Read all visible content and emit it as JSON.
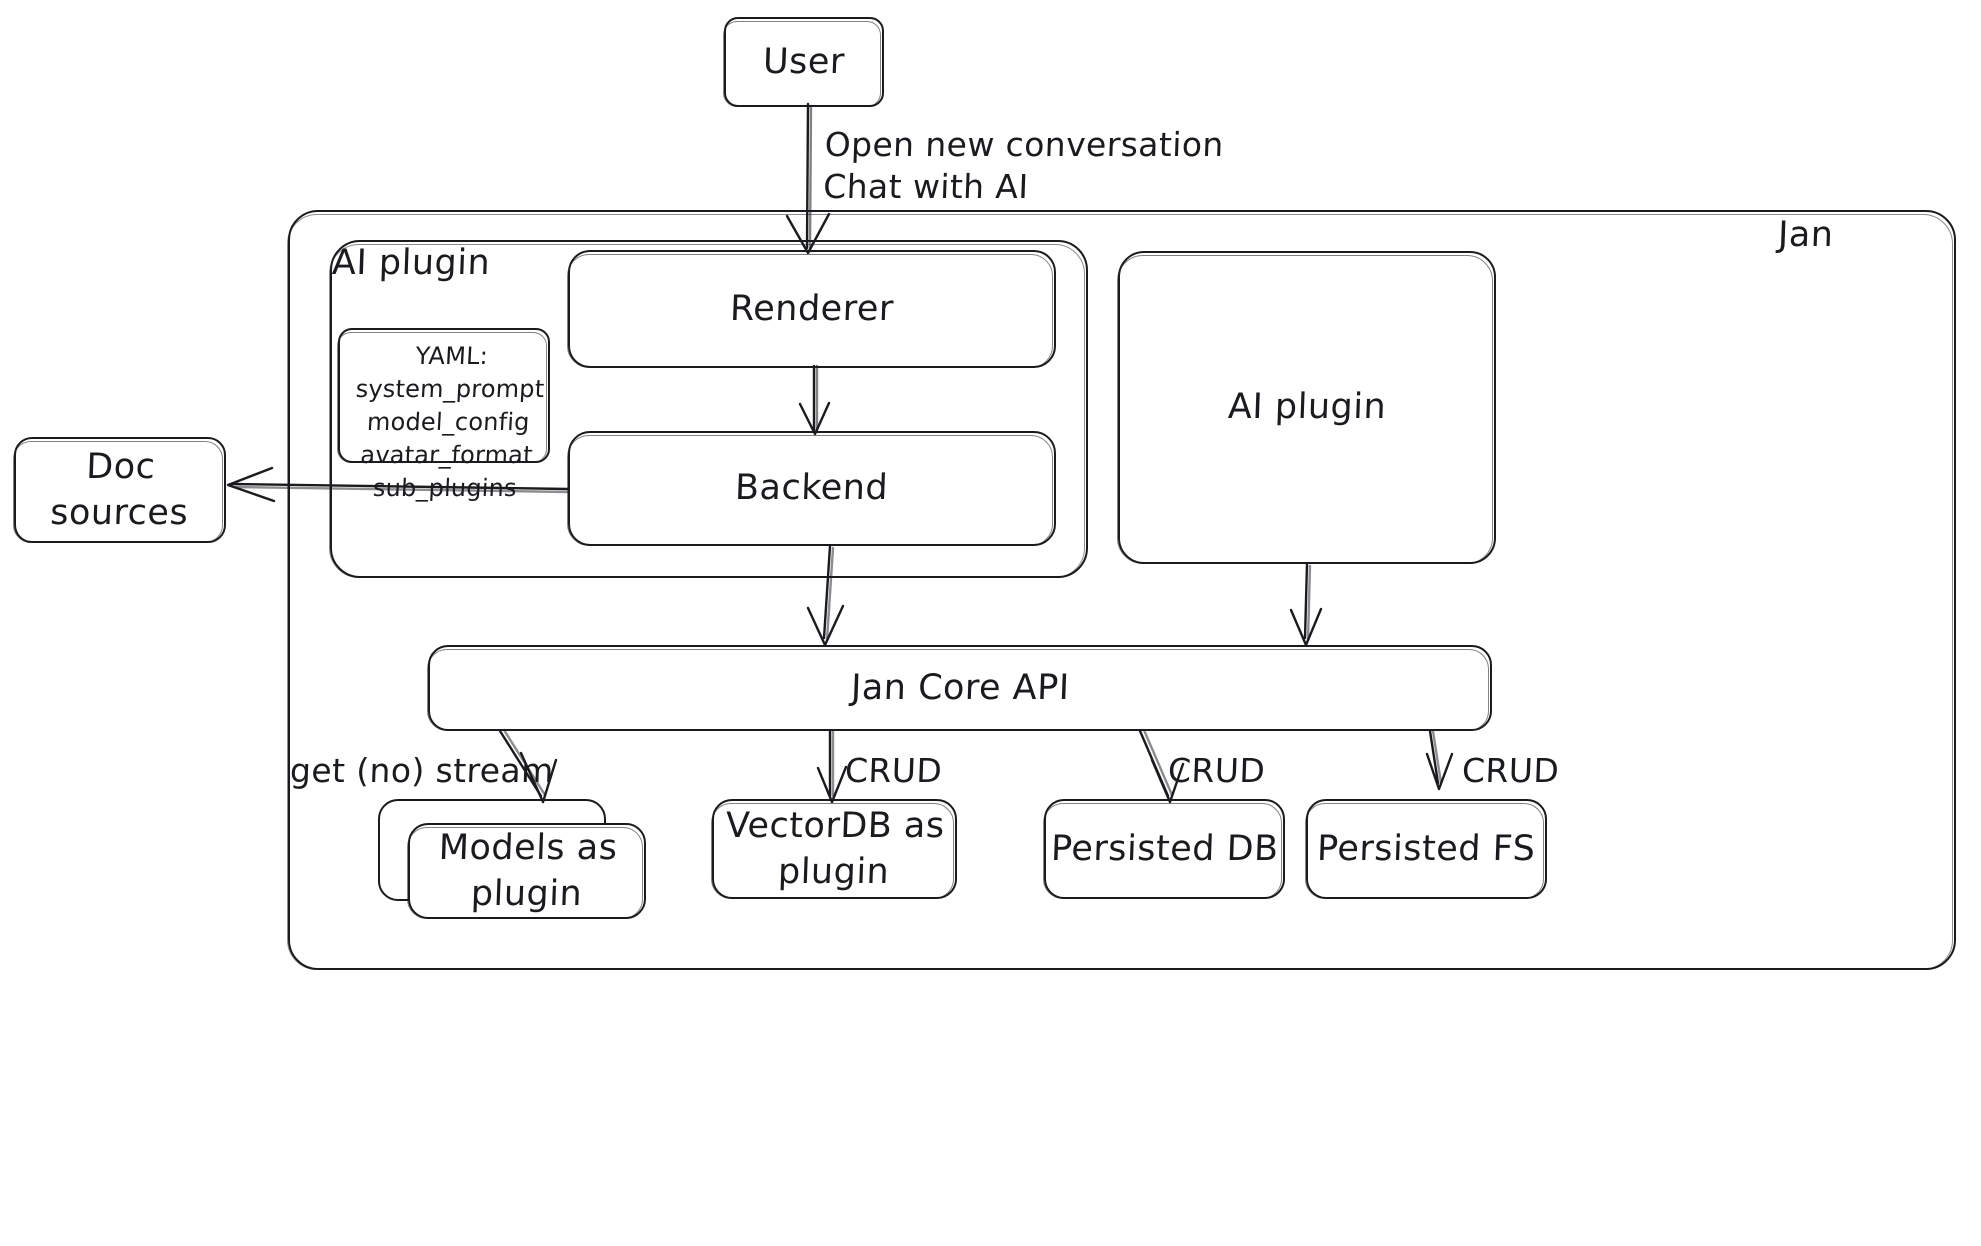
{
  "diagram": {
    "title_visible": false,
    "style": "hand-drawn whiteboard architecture diagram",
    "stroke_color": "#1b1b1f",
    "background_color": "#ffffff"
  },
  "nodes": {
    "user": {
      "label": "User"
    },
    "jan_container": {
      "label": "Jan"
    },
    "ai_plugin_container": {
      "label": "AI plugin"
    },
    "yaml_box": {
      "label": "YAML:\nsystem_prompt\nmodel_config\navatar_format\nsub_plugins"
    },
    "renderer": {
      "label": "Renderer"
    },
    "backend": {
      "label": "Backend"
    },
    "ai_plugin_right": {
      "label": "AI plugin"
    },
    "doc_sources": {
      "label": "Doc sources"
    },
    "jan_core_api": {
      "label": "Jan Core API"
    },
    "models_as_plugin": {
      "label": "Models as\nplugin"
    },
    "vectordb_as_plugin": {
      "label": "VectorDB as\nplugin"
    },
    "persisted_db": {
      "label": "Persisted DB"
    },
    "persisted_fs": {
      "label": "Persisted FS"
    }
  },
  "edges": [
    {
      "from": "user",
      "to": "renderer",
      "label": "Open new conversation\nChat with AI"
    },
    {
      "from": "renderer",
      "to": "backend",
      "label": ""
    },
    {
      "from": "backend",
      "to": "doc_sources",
      "label": ""
    },
    {
      "from": "backend",
      "to": "jan_core_api",
      "label": ""
    },
    {
      "from": "ai_plugin_right",
      "to": "jan_core_api",
      "label": ""
    },
    {
      "from": "jan_core_api",
      "to": "models_as_plugin",
      "label": "get (no) stream"
    },
    {
      "from": "jan_core_api",
      "to": "vectordb_as_plugin",
      "label": "CRUD"
    },
    {
      "from": "jan_core_api",
      "to": "persisted_db",
      "label": "CRUD"
    },
    {
      "from": "jan_core_api",
      "to": "persisted_fs",
      "label": "CRUD"
    }
  ],
  "edge_labels": {
    "user_to_renderer": "Open new conversation\nChat with AI",
    "get_no_stream": "get (no) stream",
    "crud_vectordb": "CRUD",
    "crud_persisted_db": "CRUD",
    "crud_persisted_fs": "CRUD"
  }
}
